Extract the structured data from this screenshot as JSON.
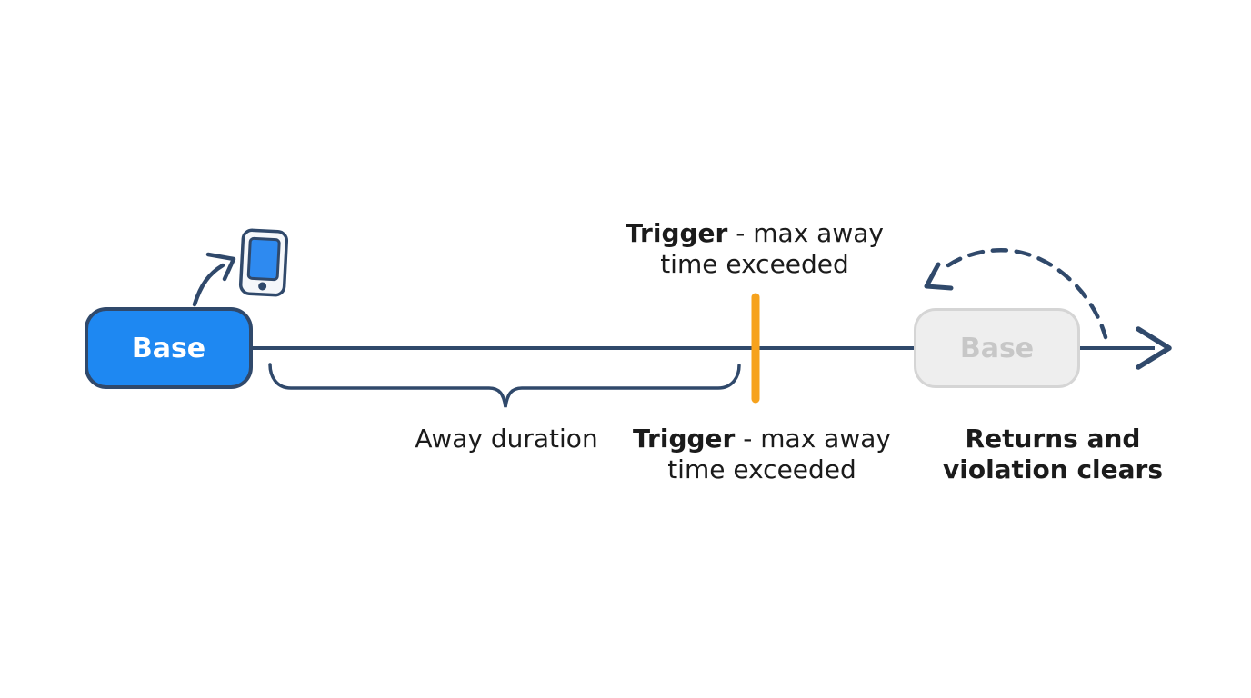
{
  "colors": {
    "navy": "#30496b",
    "accent_blue": "#1e88f2",
    "phone_screen_blue": "#2e8af0",
    "orange": "#f6a21d",
    "gray_box_fill": "#eeeeee",
    "gray_box_border": "#d5d5d5",
    "gray_box_text": "#c7c7c7",
    "text_dark": "#1b1b1b"
  },
  "boxes": {
    "base_start": {
      "label": "Base"
    },
    "base_return": {
      "label": "Base"
    }
  },
  "labels": {
    "away_duration": "Away duration",
    "trigger_top": {
      "bold": "Trigger",
      "rest": " - max away",
      "line2": "time exceeded"
    },
    "trigger_bottom": {
      "bold": "Trigger",
      "rest": " - max away",
      "line2": "time exceeded"
    },
    "returns": {
      "line1": "Returns and",
      "line2": "violation clears"
    }
  },
  "icons": {
    "phone": "mobile-device-icon",
    "away_arrow": "curved-arrow-up-right-icon",
    "return_arrow": "dashed-arc-arrow-left-icon",
    "timeline_arrowhead": "arrow-right-icon",
    "trigger_marker": "orange-tick-marker"
  }
}
